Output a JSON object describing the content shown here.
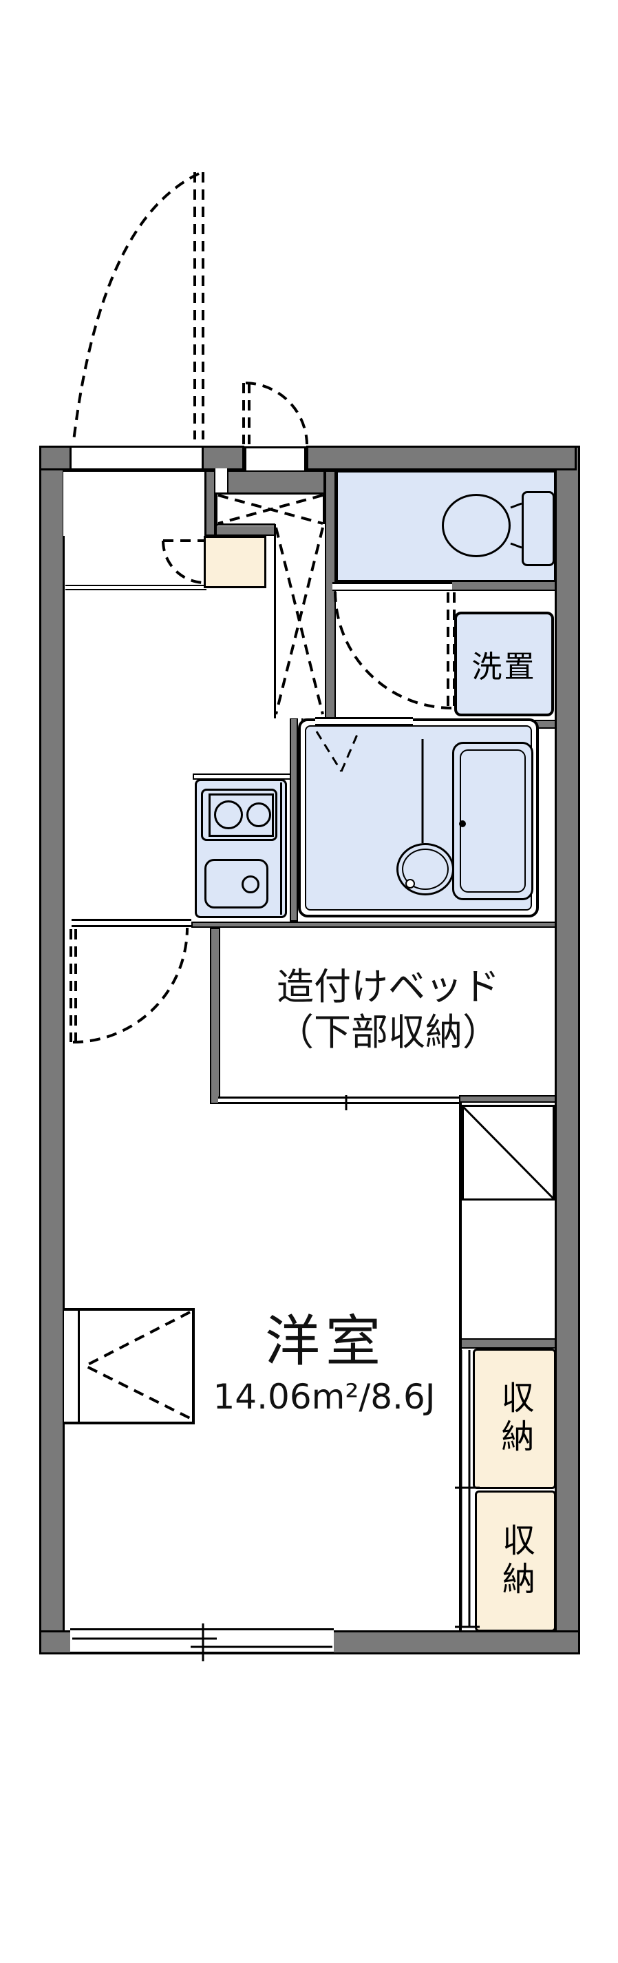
{
  "colors": {
    "wall": "#7a7a7a",
    "blue": "#dce6f7",
    "cream": "#fbf0da",
    "line": "#000000",
    "bg": "#ffffff"
  },
  "labels": {
    "washer_space": "洗置",
    "built_in_bed_line1": "造付けベッド",
    "built_in_bed_line2": "（下部収納）",
    "room_name": "洋室",
    "room_area": "14.06m²/8.6J",
    "storage_upper": "収納",
    "storage_lower": "収納"
  }
}
